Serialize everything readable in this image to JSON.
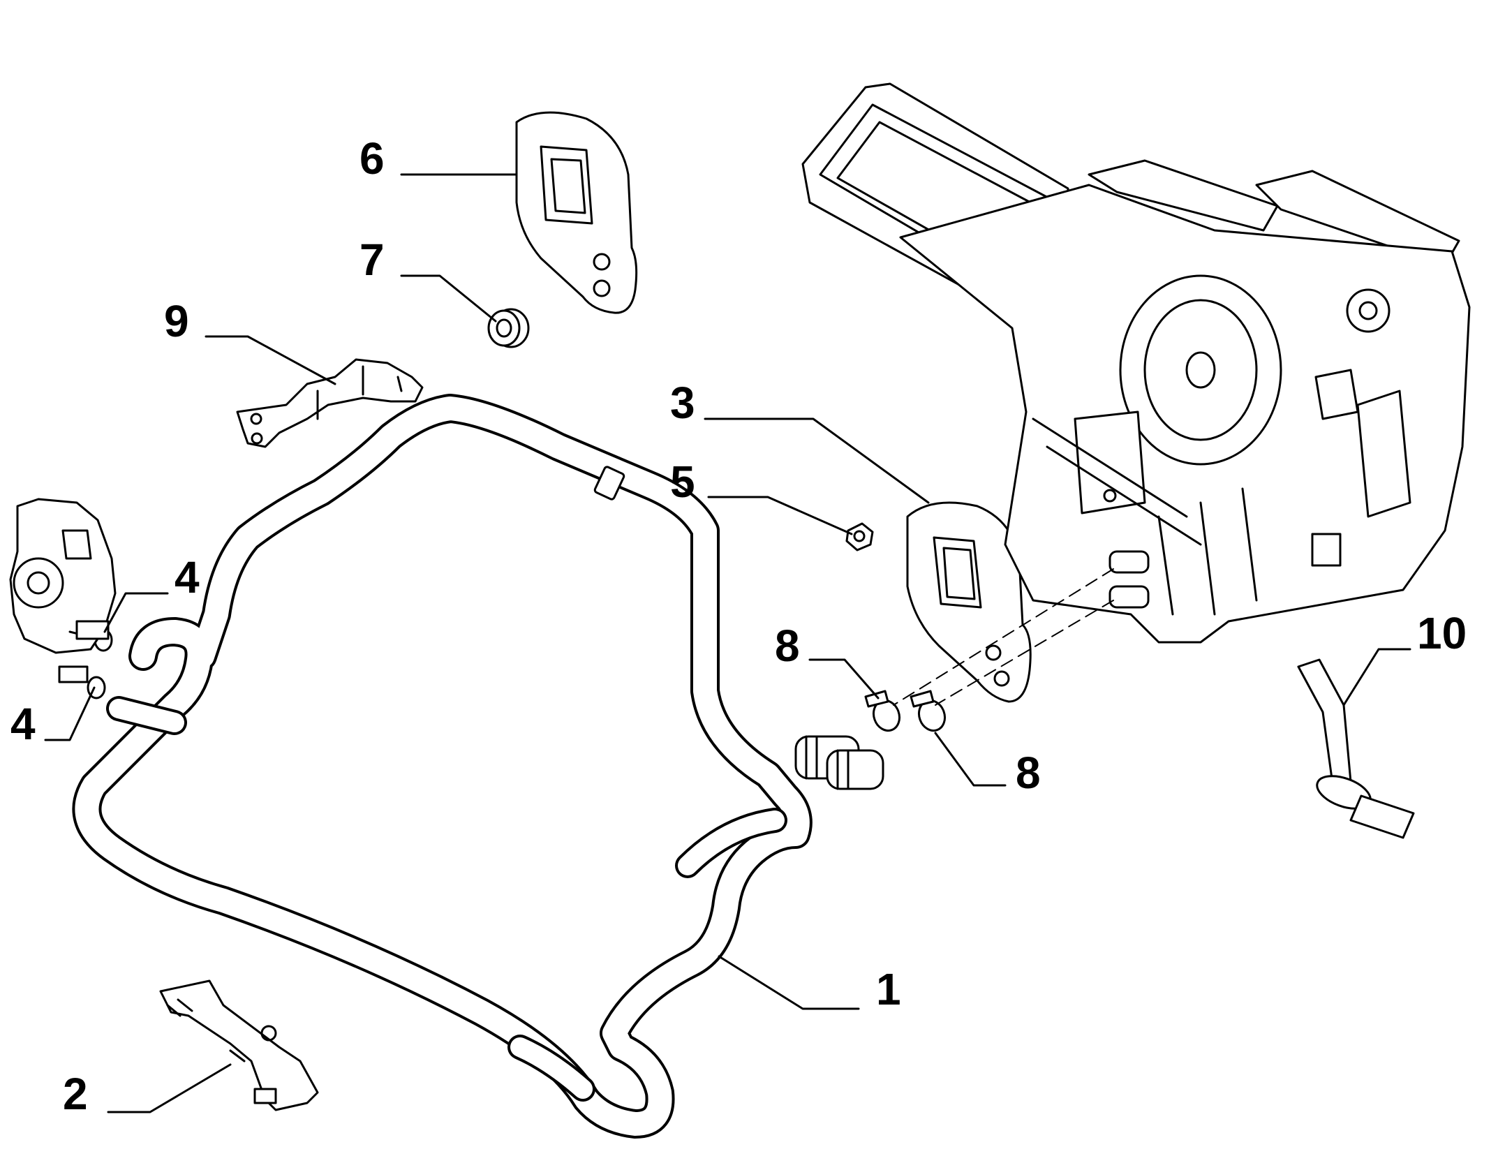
{
  "labels": {
    "l1": "1",
    "l2": "2",
    "l3": "3",
    "l4a": "4",
    "l4b": "4",
    "l5": "5",
    "l6": "6",
    "l7": "7",
    "l8a": "8",
    "l8b": "8",
    "l9": "9",
    "l10": "10"
  },
  "colors": {
    "line": "#000000",
    "background": "#ffffff"
  }
}
